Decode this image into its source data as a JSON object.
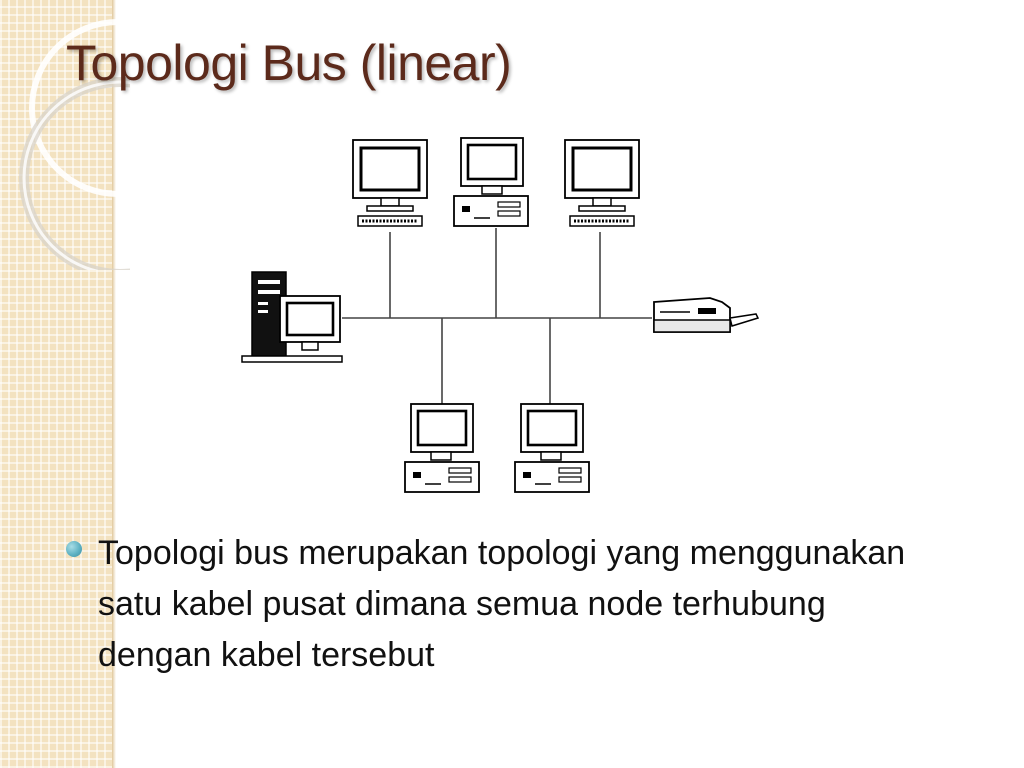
{
  "slide": {
    "title": "Topologi Bus (linear)",
    "bullets": [
      {
        "text": "Topologi bus merupakan topologi yang menggunakan satu kabel pusat dimana semua node terhubung dengan kabel tersebut"
      }
    ]
  },
  "diagram": {
    "nodes": [
      {
        "kind": "workstation",
        "icon": "crt-monitor-with-keyboard-icon",
        "side": "above-bus"
      },
      {
        "kind": "workstation",
        "icon": "desktop-computer-icon",
        "side": "above-bus"
      },
      {
        "kind": "workstation",
        "icon": "crt-monitor-with-keyboard-icon",
        "side": "above-bus"
      },
      {
        "kind": "server",
        "icon": "tower-server-icon",
        "side": "left-end-of-bus"
      },
      {
        "kind": "printer",
        "icon": "printer-icon",
        "side": "right-end-of-bus"
      },
      {
        "kind": "workstation",
        "icon": "desktop-computer-icon",
        "side": "below-bus"
      },
      {
        "kind": "workstation",
        "icon": "desktop-computer-icon",
        "side": "below-bus"
      }
    ]
  },
  "theme": {
    "title_color": "#5c2a1b",
    "bullet_color": "#5fb2c3",
    "side_panel_color": "#f3e2c0"
  }
}
